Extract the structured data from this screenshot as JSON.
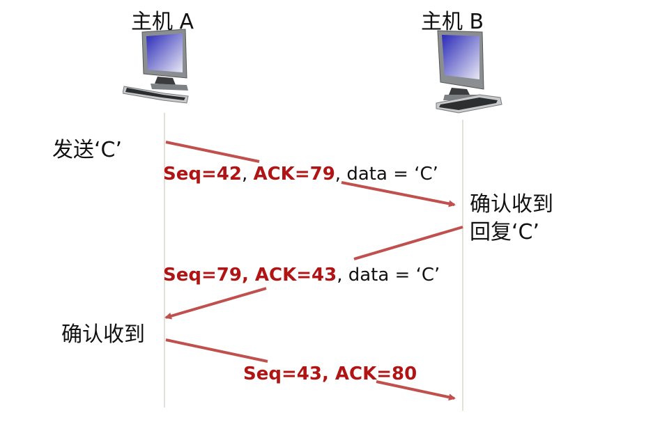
{
  "hosts": {
    "a": {
      "label": "主机 A",
      "icon": "desktop-computer-icon"
    },
    "b": {
      "label": "主机 B",
      "icon": "desktop-computer-icon"
    }
  },
  "notes": {
    "a_send": "发送‘C’",
    "b_confirm": "确认收到",
    "b_reply": "回复‘C’",
    "a_confirm": "确认收到"
  },
  "messages": [
    {
      "seq": "Seq=42",
      "sep1": ", ",
      "ack": "ACK=79",
      "rest": ", data =  ‘C’",
      "direction": "A->B"
    },
    {
      "seq": "Seq=79, ",
      "ack": "ACK=43",
      "rest": ", data =  ‘C’",
      "direction": "B->A"
    },
    {
      "seq": "Seq=43, ",
      "ack": "ACK=80",
      "direction": "A->B"
    }
  ],
  "colors": {
    "arrow": "#c0504d",
    "label_red": "#b01414",
    "timeline": "#e0ddd5"
  }
}
